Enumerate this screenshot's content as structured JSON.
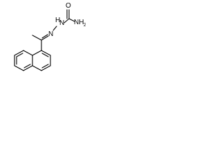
{
  "molecule": {
    "atoms": {
      "o": "O",
      "nh2_n": "NH",
      "nh2_sub": "2",
      "hn_h": "H",
      "hn_n": "N",
      "n_imine": "N"
    }
  }
}
